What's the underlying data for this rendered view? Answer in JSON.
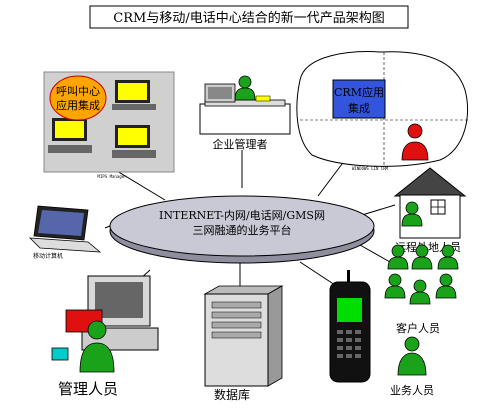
{
  "title": "CRM与移动/电话中心结合的新一代产品架构图",
  "hub": {
    "line1": "INTERNET-内网/电话网/GMS网",
    "line2": "三网融通的业务平台"
  },
  "nodes": {
    "call_center": {
      "bubble_line1": "呼叫中心",
      "bubble_line2": "应用集成",
      "caption": "MIPS Manager"
    },
    "enterprise_manager": {
      "caption": "企业管理者"
    },
    "crm_app": {
      "box_line1": "CRM应用",
      "box_line2": "集成",
      "caption": "WINDOWS LIN CRM"
    },
    "laptop": {
      "caption": "移动计算机"
    },
    "remote_staff": {
      "caption": "远程外地人员"
    },
    "admin_staff": {
      "caption": "管理人员"
    },
    "database": {
      "caption": "数据库"
    },
    "customers": {
      "caption": "客户人员"
    },
    "sales_staff": {
      "caption": "业务人员"
    }
  },
  "colors": {
    "person_green": "#1aa31a",
    "person_red": "#e01010",
    "screen_yellow": "#ffff00",
    "bubble_orange": "#ffa500",
    "crm_box_blue": "#3355dd",
    "hub_fill": "#c9c9d6",
    "phone_screen": "#00dd00"
  }
}
